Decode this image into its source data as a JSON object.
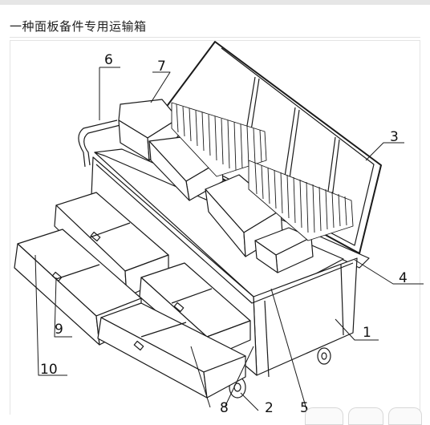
{
  "page": {
    "title": "一种面板备件专用运输箱"
  },
  "diagram": {
    "labels": [
      "1",
      "2",
      "3",
      "4",
      "5",
      "6",
      "7",
      "8",
      "9",
      "10"
    ]
  }
}
